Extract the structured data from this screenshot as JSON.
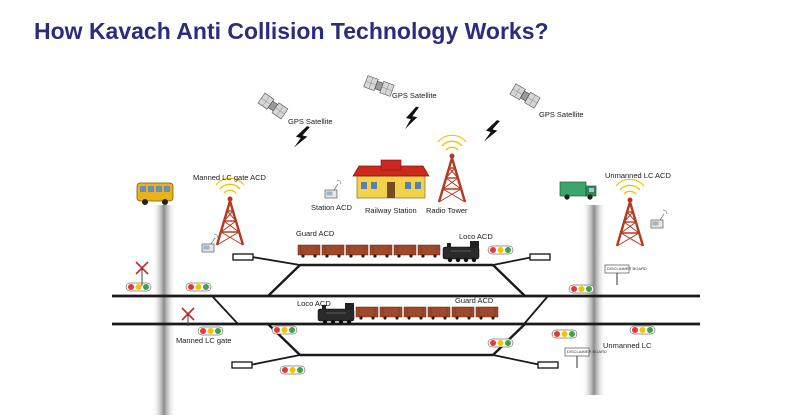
{
  "title": "How Kavach Anti Collision Technology Works?",
  "labels": {
    "gps_satellite_1": "GPS Satellite",
    "gps_satellite_2": "GPS Satellite",
    "gps_satellite_3": "GPS Satellite",
    "manned_lc_gate_acd": "Manned LC gate ACD",
    "unmanned_lc_acd": "Unmanned LC ACD",
    "station_acd": "Station ACD",
    "railway_station": "Railway Station",
    "radio_tower": "Radio Tower",
    "guard_acd_top": "Guard ACD",
    "loco_acd_top": "Loco ACD",
    "loco_acd_bottom": "Loco ACD",
    "guard_acd_bottom": "Guard ACD",
    "manned_lc_gate": "Manned LC gate",
    "unmanned_lc": "Unmanned LC",
    "board_1": "DISCLAIMER BOARD",
    "board_2": "DISCLAIMER BOARD"
  },
  "icons": {
    "satellite": "satellite-icon",
    "signal": "lightning-signal-icon",
    "tower": "radio-tower-icon",
    "station": "railway-station-icon",
    "locomotive": "locomotive-icon",
    "signal_light": "traffic-signal-icon",
    "bus": "bus-icon",
    "truck": "truck-icon"
  },
  "colors": {
    "title": "#2c2c7e",
    "track": "#1a1a1a",
    "tower": "#b23a1e",
    "wagon": "#a0482a",
    "station_roof": "#cc2a1f",
    "station_wall": "#f2d24a",
    "signal_red": "#e53935",
    "signal_yellow": "#f2c400",
    "signal_green": "#43a047"
  }
}
